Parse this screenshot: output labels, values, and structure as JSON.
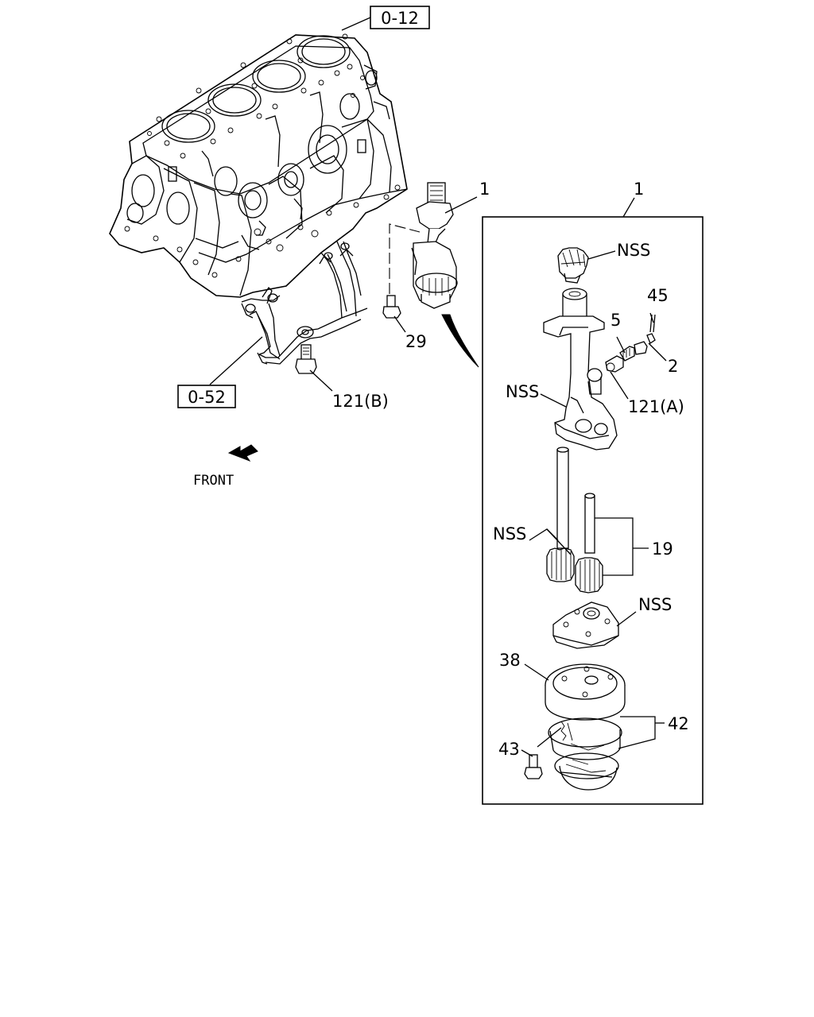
{
  "references": {
    "cylinder_block": "0-12",
    "oil_pipe": "0-52"
  },
  "front_label": "FRONT",
  "callouts": {
    "pump_assembly": "1",
    "kit_box": "1",
    "bolt_29": "29",
    "bolt_121b": "121(B)",
    "gear_top_nss": "NSS",
    "pin_45": "45",
    "spring_5": "5",
    "plug_2": "2",
    "body_nss": "NSS",
    "valve_121a": "121(A)",
    "gears_nss": "NSS",
    "shafts_19": "19",
    "plate_nss": "NSS",
    "cover_38": "38",
    "screen_42": "42",
    "bolt_43": "43"
  }
}
